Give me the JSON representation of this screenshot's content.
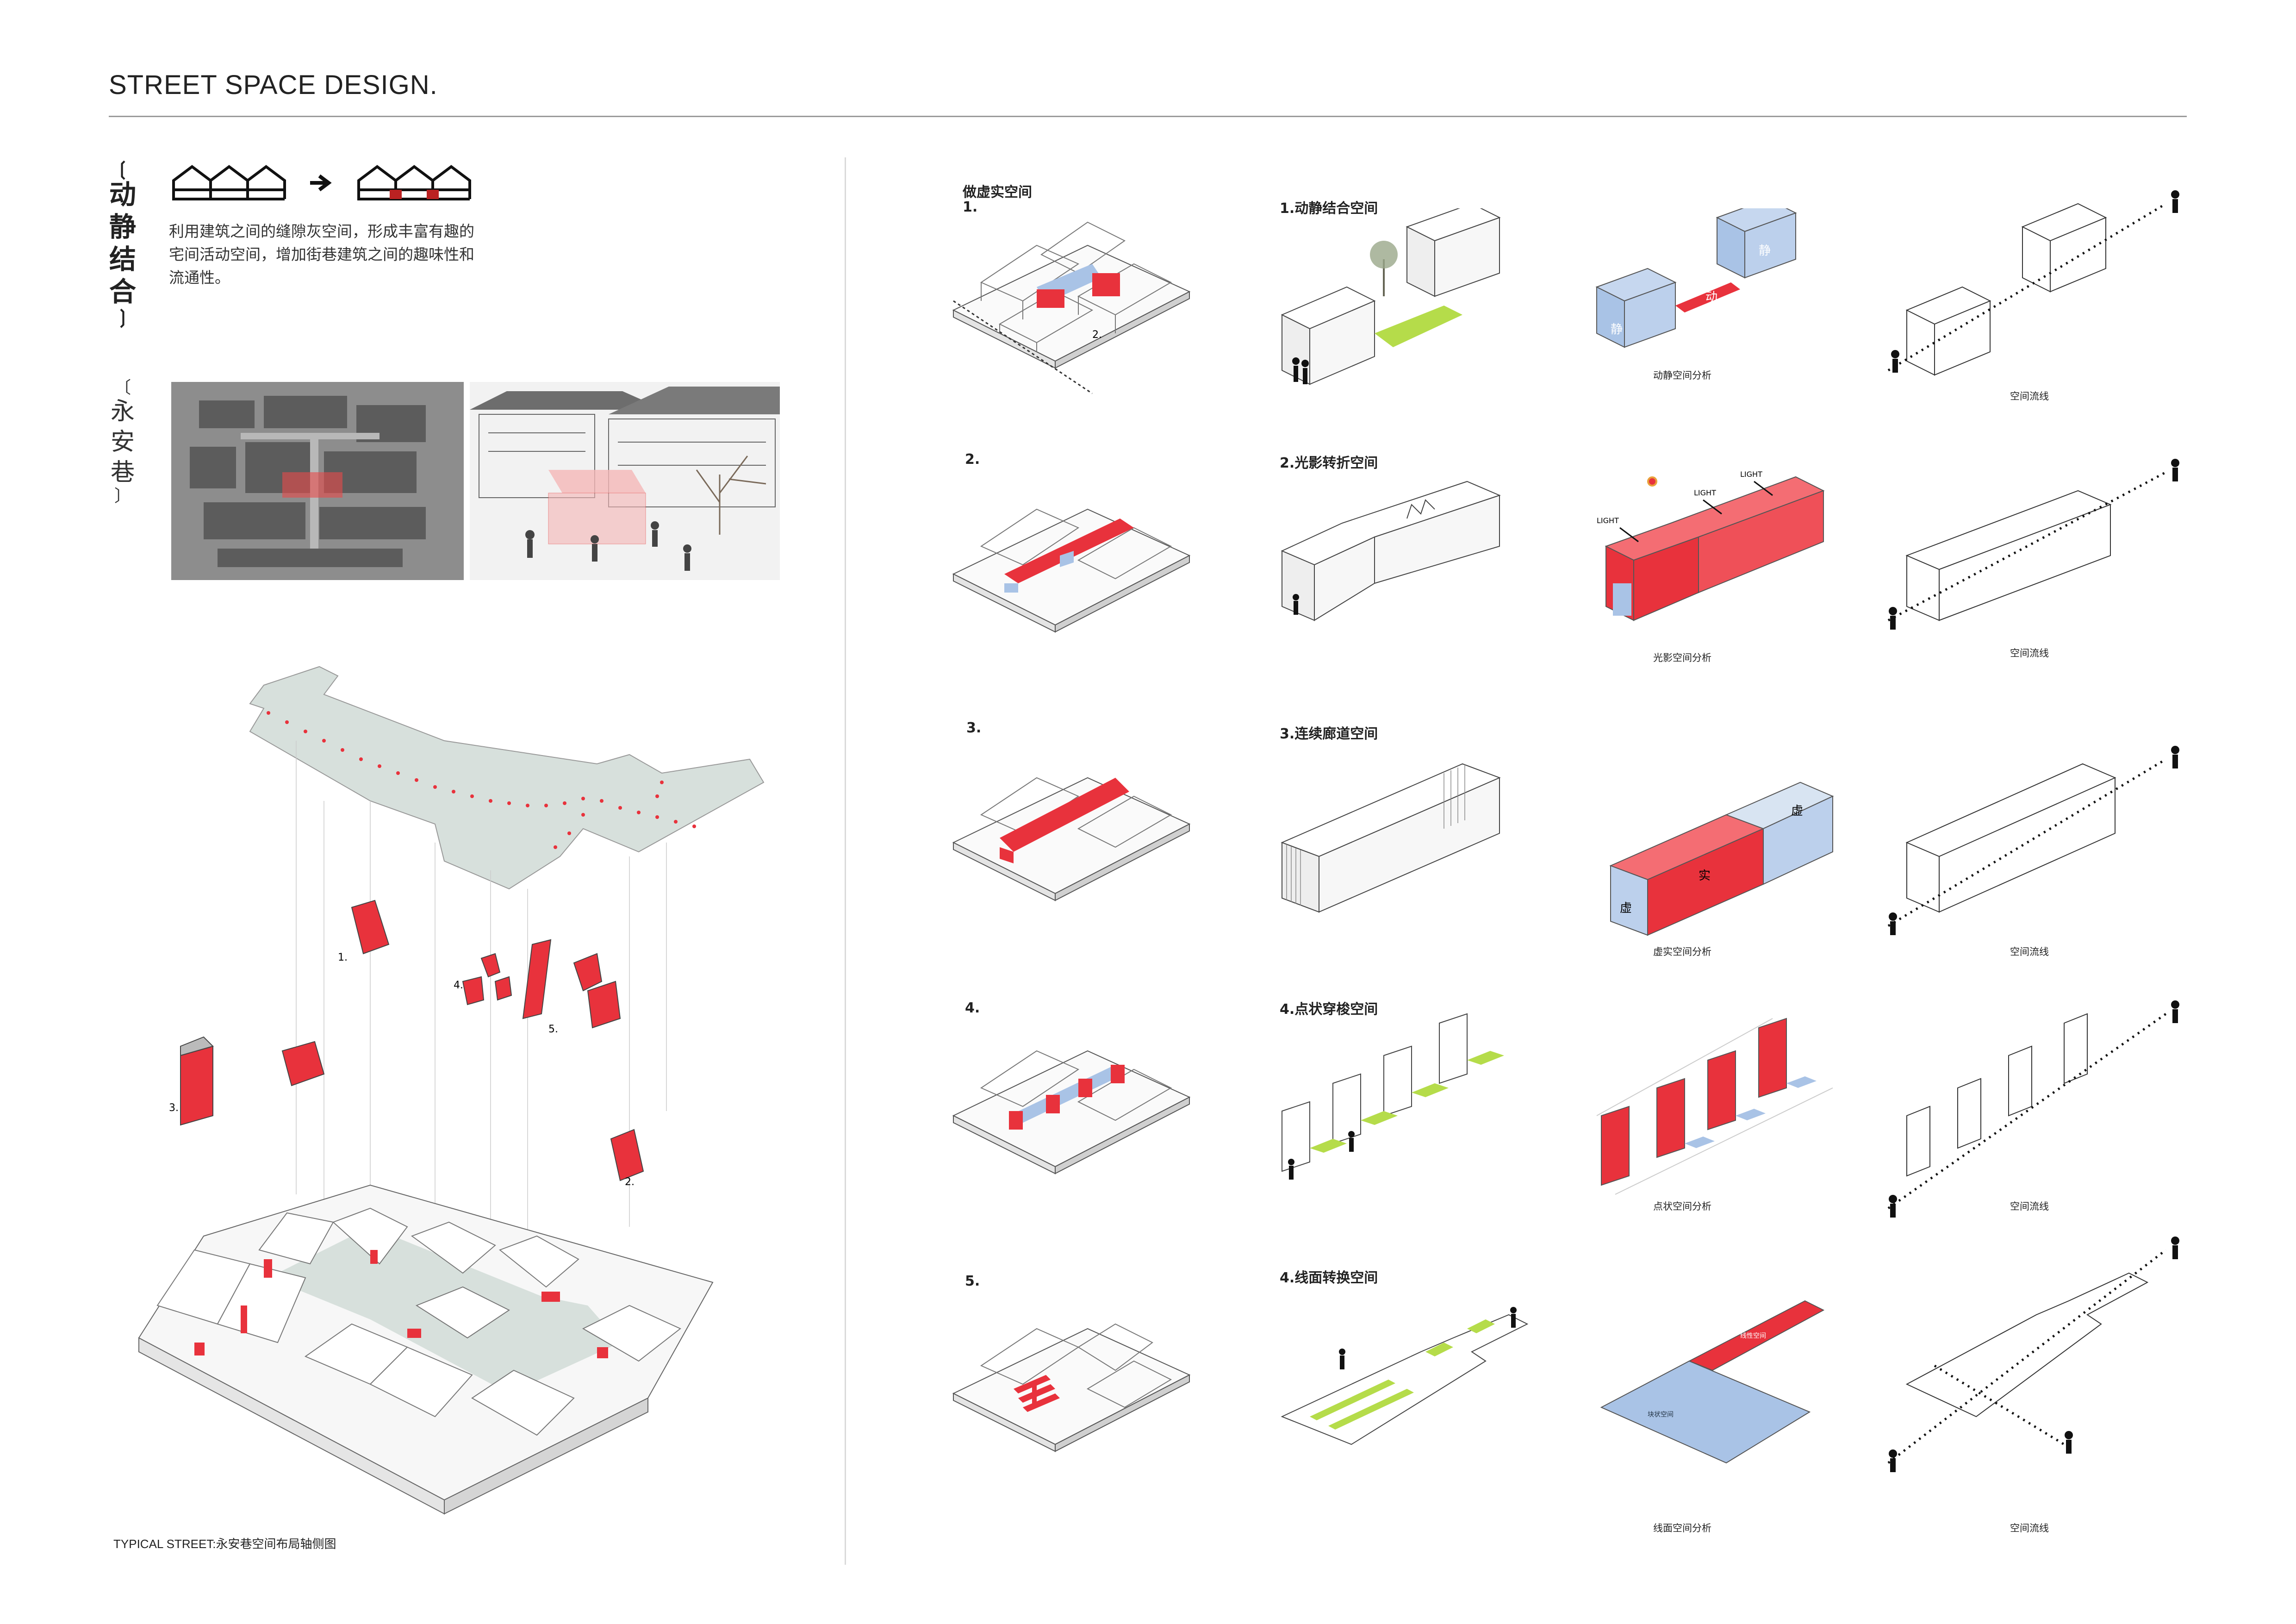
{
  "page_title": "STREET SPACE DESIGN.",
  "left": {
    "tag1": "【动静结合】",
    "tag1_chars": [
      "动",
      "静",
      "结",
      "合"
    ],
    "description": "利用建筑之间的缝隙灰空间，形成丰富有趣的宅间活动空间，增加街巷建筑之间的趣味性和流通性。",
    "tag2_chars": [
      "永",
      "安",
      "巷"
    ],
    "axon_labels": [
      "1.",
      "2.",
      "3.",
      "4.",
      "5."
    ],
    "caption": "TYPICAL STREET:永安巷空间布局轴侧图"
  },
  "right": {
    "header": "做虚实空间",
    "rows": [
      {
        "num": "1.",
        "title": "1.动静结合空间",
        "analysis": "动静空间分析",
        "flow": "空间流线",
        "marks": [
          "静",
          "动",
          "静"
        ],
        "extra": "2."
      },
      {
        "num": "2.",
        "title": "2.光影转折空间",
        "analysis": "光影空间分析",
        "flow": "空间流线",
        "marks": [
          "LIGHT",
          "LIGHT",
          "LIGHT"
        ]
      },
      {
        "num": "3.",
        "title": "3.连续廊道空间",
        "analysis": "虚实空间分析",
        "flow": "空间流线",
        "marks": [
          "虚",
          "实",
          "虚"
        ]
      },
      {
        "num": "4.",
        "title": "4.点状穿梭空间",
        "analysis": "点状空间分析",
        "flow": "空间流线"
      },
      {
        "num": "5.",
        "title": "4.线面转换空间",
        "analysis": "线面空间分析",
        "flow": "空间流线",
        "marks": [
          "线性空间",
          "块状空间"
        ]
      }
    ]
  },
  "colors": {
    "red": "#e8323c",
    "blue": "#a9c3e6",
    "green": "#b5dc4a",
    "grey": "#d8e0dc",
    "line": "#555555"
  }
}
